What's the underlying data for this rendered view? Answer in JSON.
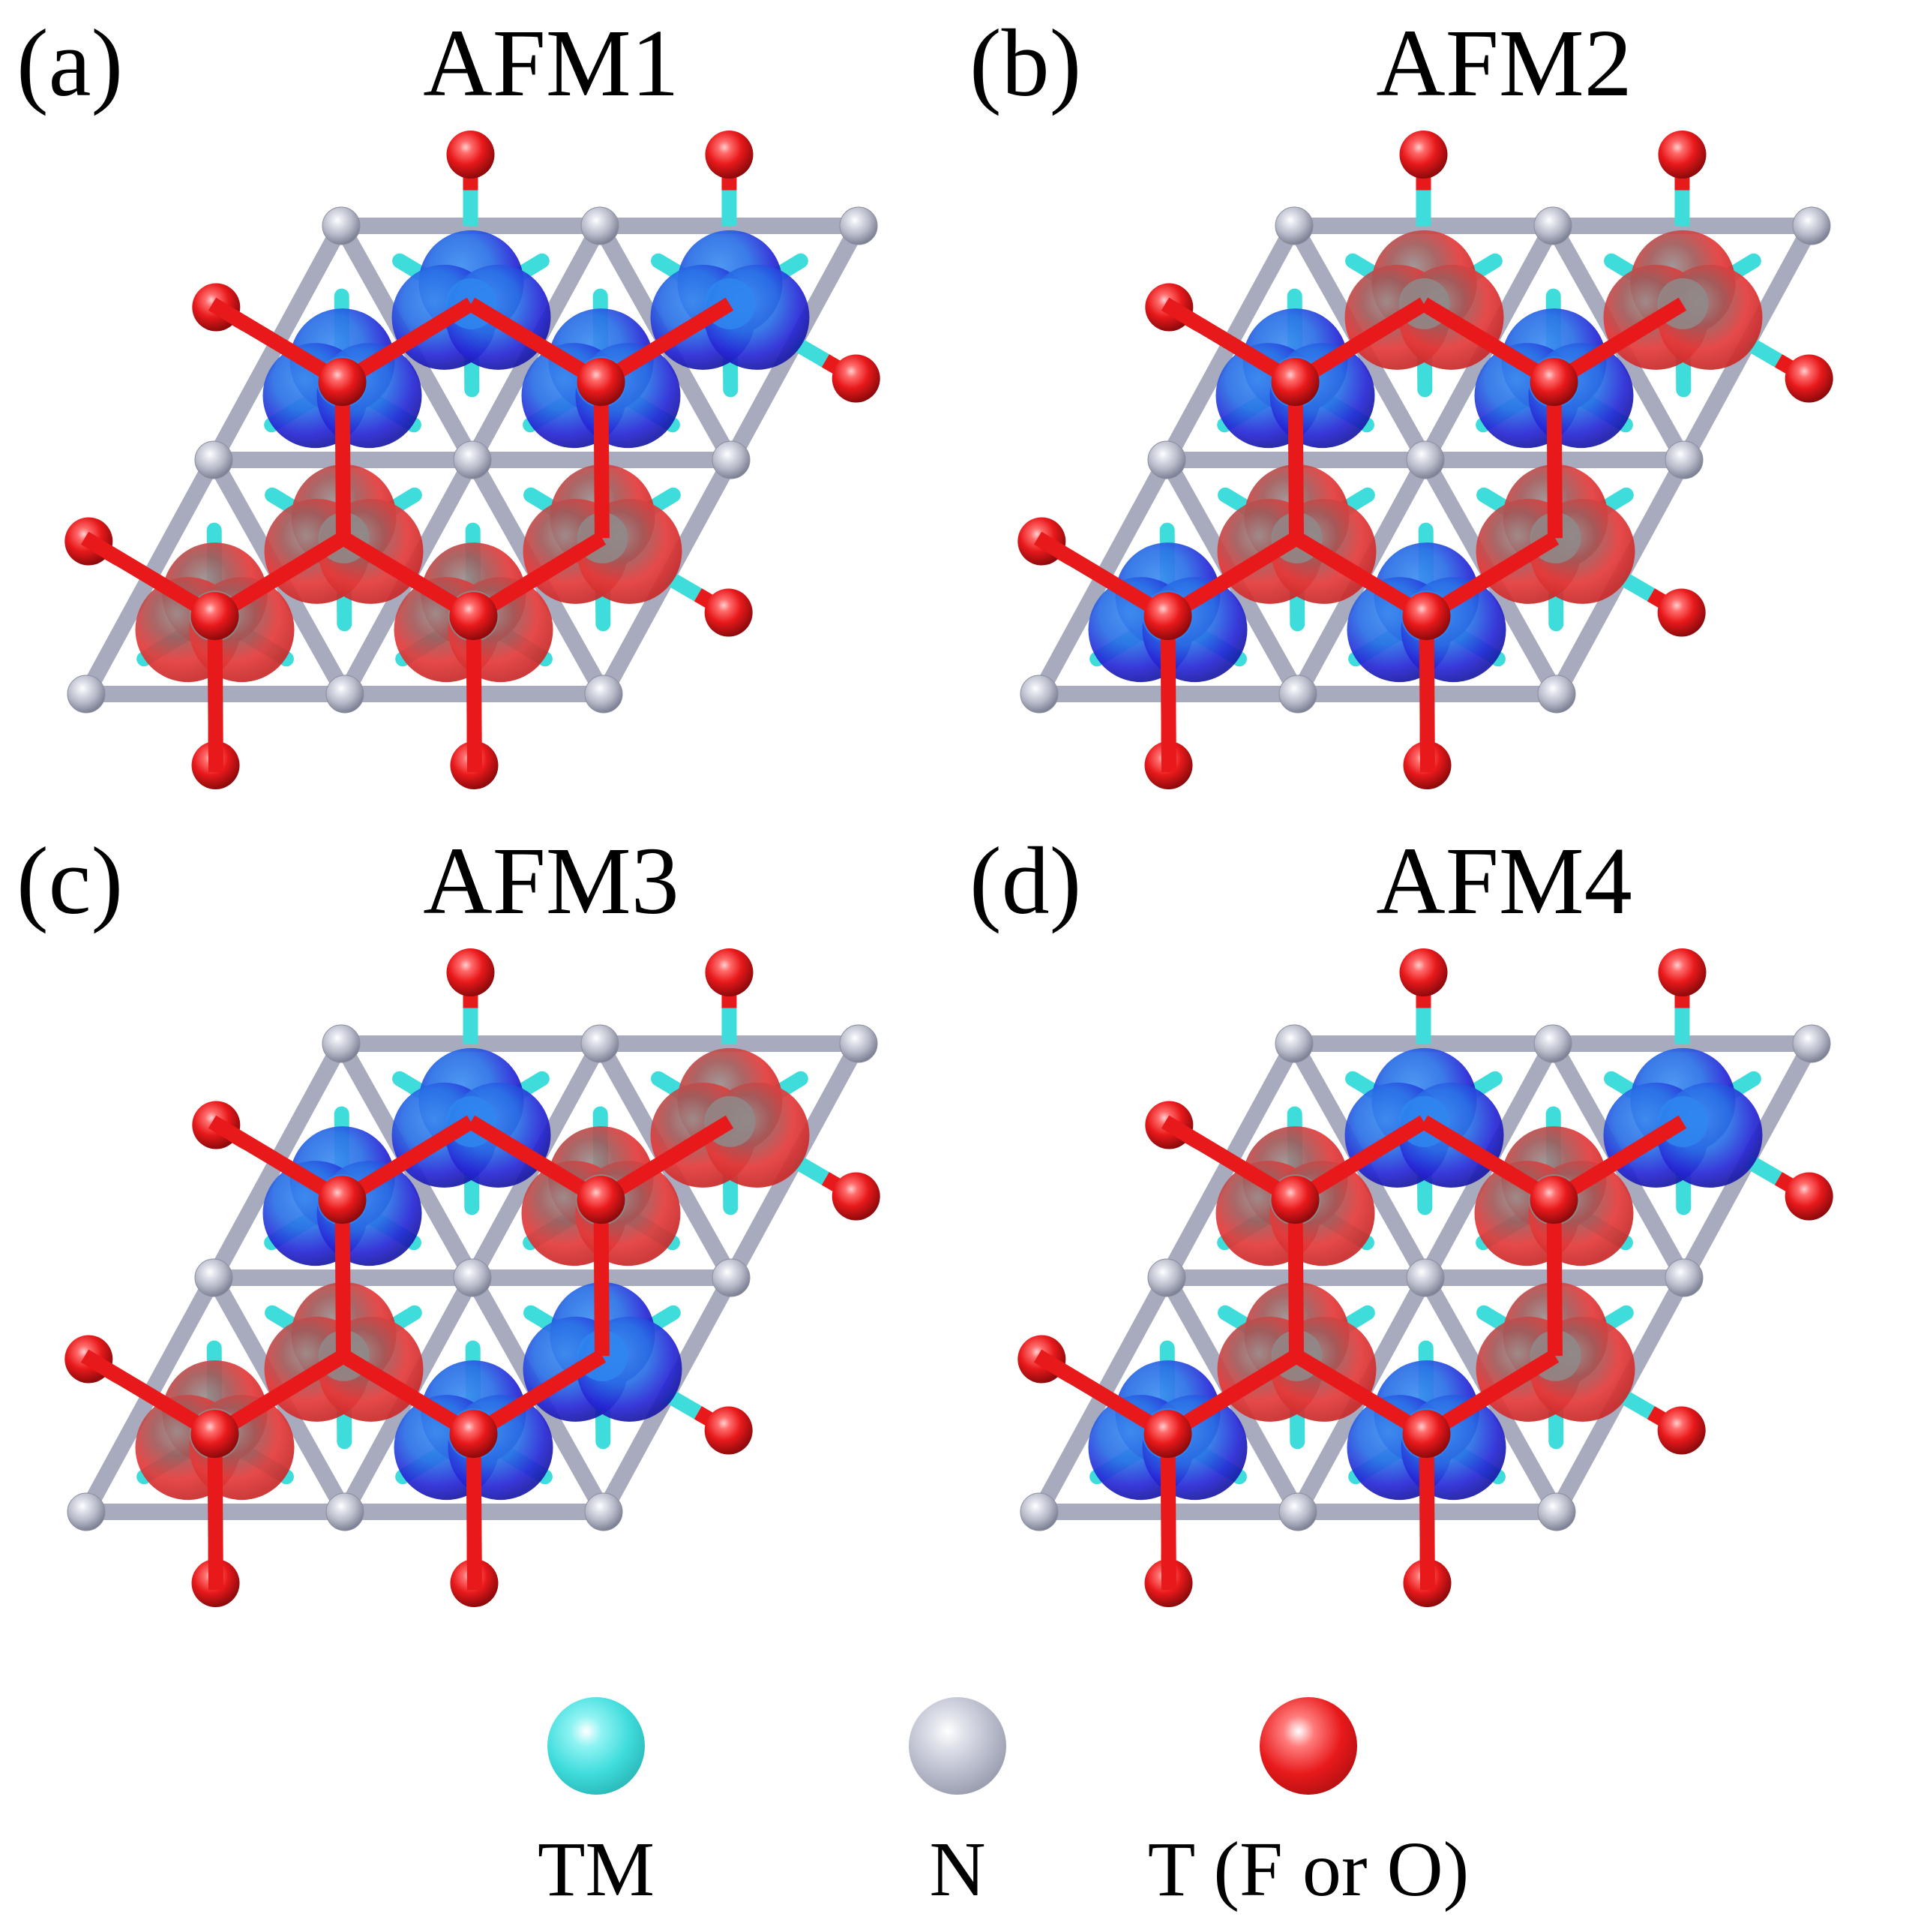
{
  "colors": {
    "tm": "#3fdcdc",
    "n": "#b7bac8",
    "t": "#e8191b",
    "spin_up": "#e43a3a",
    "spin_down": "#2727d6",
    "cell_line": "#000000"
  },
  "panels": [
    {
      "label": "(a)",
      "title": "AFM1",
      "spins": [
        "down",
        "down",
        "down",
        "down",
        "up",
        "up",
        "up",
        "up"
      ]
    },
    {
      "label": "(b)",
      "title": "AFM2",
      "spins": [
        "down",
        "down",
        "up",
        "up",
        "down",
        "down",
        "up",
        "up"
      ]
    },
    {
      "label": "(c)",
      "title": "AFM3",
      "spins": [
        "down",
        "up",
        "down",
        "up",
        "up",
        "down",
        "up",
        "down"
      ]
    },
    {
      "label": "(d)",
      "title": "AFM4",
      "spins": [
        "up",
        "up",
        "down",
        "down",
        "down",
        "down",
        "up",
        "up"
      ]
    }
  ],
  "legend": [
    {
      "label": "TM",
      "icon": "tm-atom-icon"
    },
    {
      "label": "N",
      "icon": "n-atom-icon"
    },
    {
      "label": "T (F or O)",
      "icon": "t-atom-icon"
    }
  ]
}
